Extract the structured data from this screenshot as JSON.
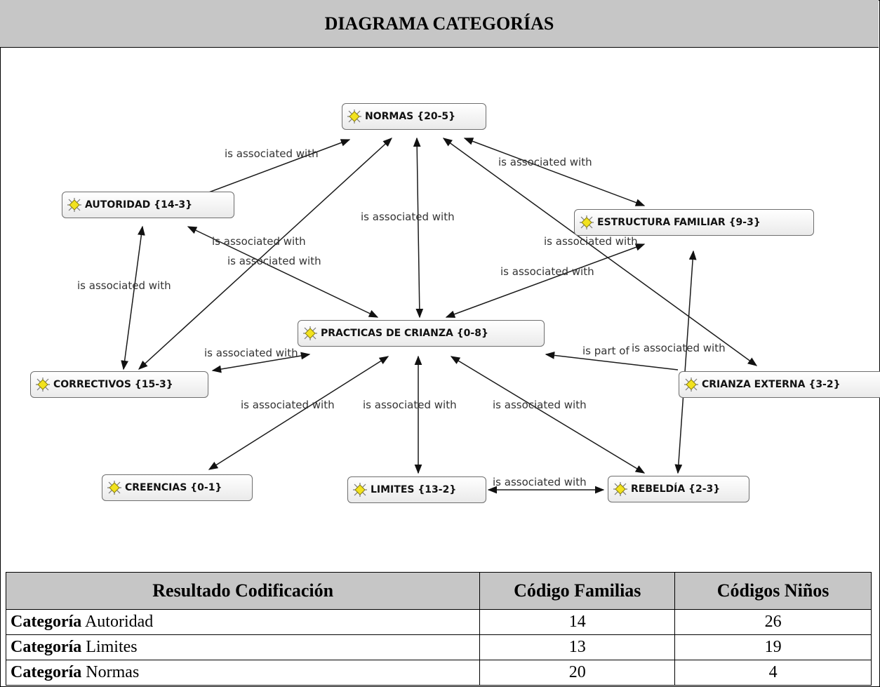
{
  "title": "DIAGRAMA CATEGORÍAS",
  "nodes": {
    "normas": "NORMAS {20-5}",
    "autoridad": "AUTORIDAD {14-3}",
    "estructura": "ESTRUCTURA  FAMILIAR {9-3}",
    "practicas": "PRACTICAS  DE CRIANZA {0-8}",
    "correctivos": "CORRECTIVOS {15-3}",
    "crianza_externa": "CRIANZA  EXTERNA {3-2}",
    "creencias": "CREENCIAS {0-1}",
    "limites": "LIMITES {13-2}",
    "rebeldia": "REBELDÍA {2-3}"
  },
  "edge_labels": {
    "normas_autoridad": "is associated with",
    "normas_estructura": "is associated with",
    "normas_practicas": "is associated with",
    "normas_crianza_externa": "is associated with",
    "autoridad_practicas": "is associated with",
    "normas_correctivos": "is associated with",
    "autoridad_correctivos": "is associated with",
    "estructura_practicas": "is associated with",
    "practicas_correctivos": "is associated with",
    "crianza_practicas_part": "is part of",
    "crianza_assoc": "is associated with",
    "practicas_creencias": "is associated with",
    "practicas_limites": "is associated with",
    "practicas_rebeldia": "is associated with",
    "limites_rebeldia": "is associated with"
  },
  "table": {
    "headers": [
      "Resultado Codificación",
      "Código Familias",
      "Códigos Niños"
    ],
    "rows": [
      {
        "label_bold": "Categoría",
        "label": " Autoridad",
        "familias": "14",
        "ninos": "26"
      },
      {
        "label_bold": "Categoría",
        "label": " Limites",
        "familias": "13",
        "ninos": "19"
      },
      {
        "label_bold": "Categoría",
        "label": " Normas",
        "familias": "20",
        "ninos": "4"
      }
    ]
  },
  "colors": {
    "header_bg": "#c6c6c6",
    "icon_yellow": "#f2e21e"
  }
}
